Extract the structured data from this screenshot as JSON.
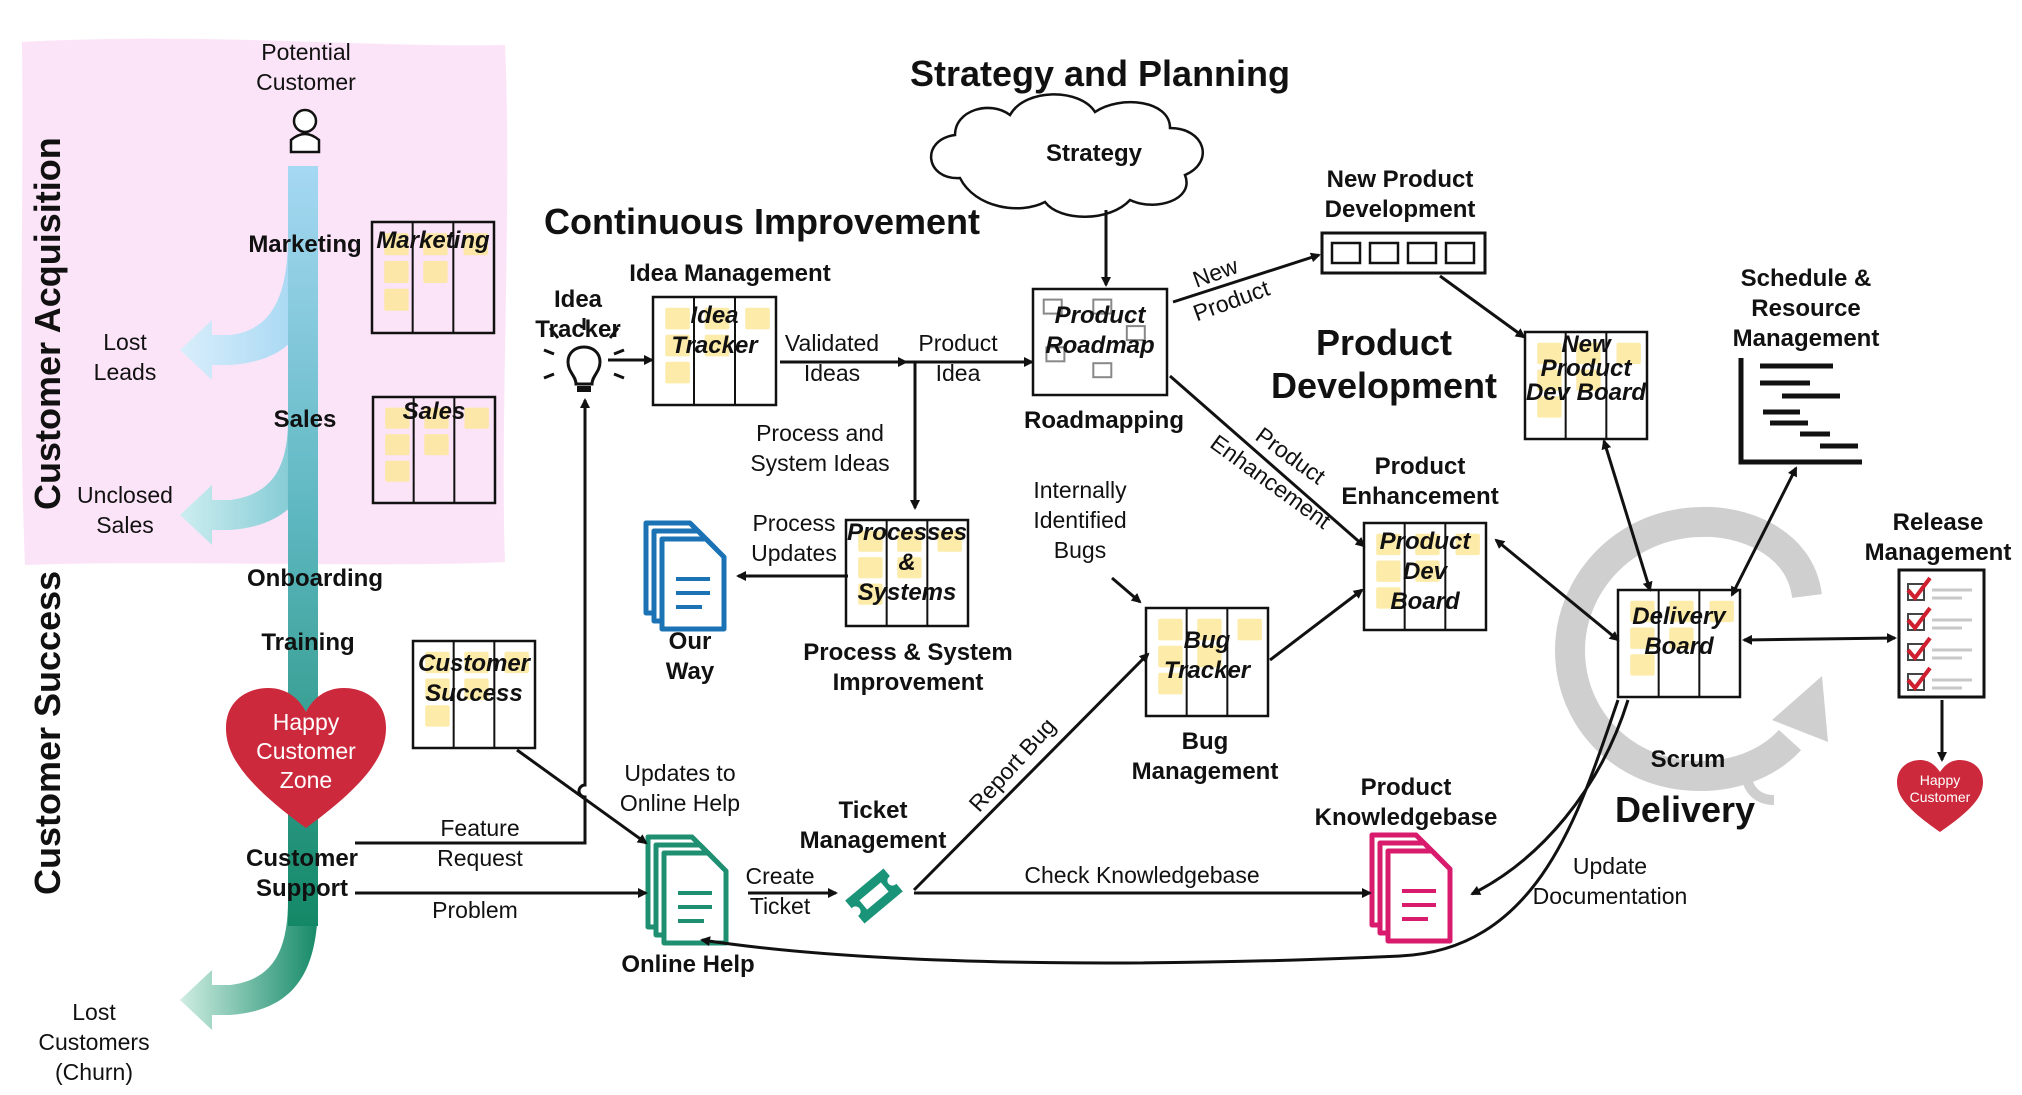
{
  "titles": {
    "strategy_planning": "Strategy and Planning",
    "continuous_improvement": "Continuous Improvement",
    "product_development": [
      "Product",
      "Development"
    ],
    "delivery": "Delivery",
    "customer_acquisition": "Customer Acquisition",
    "customer_success": "Customer Success"
  },
  "funnel": {
    "potential_customer": [
      "Potential",
      "Customer"
    ],
    "marketing": "Marketing",
    "sales": "Sales",
    "onboarding": "Onboarding",
    "training": "Training",
    "customer_support": [
      "Customer",
      "Support"
    ],
    "happy_zone": [
      "Happy",
      "Customer",
      "Zone"
    ],
    "lost_leads": [
      "Lost",
      "Leads"
    ],
    "unclosed_sales": [
      "Unclosed",
      "Sales"
    ],
    "lost_customers": [
      "Lost",
      "Customers",
      "(Churn)"
    ]
  },
  "boards": {
    "marketing": [
      "Marketing"
    ],
    "sales": [
      "Sales"
    ],
    "customer_success": [
      "Customer",
      "Success"
    ],
    "idea_tracker": [
      "Idea",
      "Tracker"
    ],
    "processes_systems": [
      "Processes",
      "&",
      "Systems"
    ],
    "product_roadmap": [
      "Product",
      "Roadmap"
    ],
    "bug_tracker": [
      "Bug",
      "Tracker"
    ],
    "product_dev_board": [
      "Product",
      "Dev",
      "Board"
    ],
    "new_product_dev_board": [
      "New",
      "Product",
      "Dev Board"
    ],
    "delivery_board": [
      "Delivery",
      "Board"
    ]
  },
  "nodes": {
    "idea_management": "Idea Management",
    "idea_tracker_label": [
      "Idea",
      "Tracker"
    ],
    "strategy": "Strategy",
    "roadmapping": "Roadmapping",
    "new_product_dev": [
      "New Product",
      "Development"
    ],
    "schedule": [
      "Schedule &",
      "Resource",
      "Management"
    ],
    "product_enhancement": [
      "Product",
      "Enhancement"
    ],
    "release_management": [
      "Release",
      "Management"
    ],
    "happy_customer": [
      "Happy",
      "Customer"
    ],
    "our_way": [
      "Our",
      "Way"
    ],
    "process_system_improvement": [
      "Process & System",
      "Improvement"
    ],
    "bug_management": [
      "Bug",
      "Management"
    ],
    "scrum": "Scrum",
    "product_knowledgebase": [
      "Product",
      "Knowledgebase"
    ],
    "ticket_management": [
      "Ticket",
      "Management"
    ],
    "online_help": "Online Help"
  },
  "edges": {
    "validated_ideas": [
      "Validated",
      "Ideas"
    ],
    "product_idea": [
      "Product",
      "Idea"
    ],
    "process_system_ideas": [
      "Process and",
      "System Ideas"
    ],
    "process_updates": [
      "Process",
      "Updates"
    ],
    "internally_identified_bugs": [
      "Internally",
      "Identified",
      "Bugs"
    ],
    "new_product": [
      "New",
      "Product"
    ],
    "product_enhancement_edge": [
      "Product",
      "Enhancement"
    ],
    "feature_request": [
      "Feature",
      "Request"
    ],
    "problem": "Problem",
    "updates_online_help": [
      "Updates to",
      "Online Help"
    ],
    "create_ticket": [
      "Create",
      "Ticket"
    ],
    "report_bug": "Report Bug",
    "check_knowledgebase": "Check Knowledgebase",
    "update_documentation": [
      "Update",
      "Documentation"
    ]
  },
  "colors": {
    "acquisition_bg": "#fce4f8",
    "funnel_top": "#9fd4f2",
    "funnel_bottom": "#1a8c6c",
    "heart": "#cc2a3c",
    "online_help_doc": "#1f8f72",
    "our_way_doc": "#1b73b5",
    "knowledgebase_doc": "#d81b6c",
    "sticky": "#fbe89a",
    "scrum_gray": "#cfcfcf"
  },
  "icons": [
    "person-icon",
    "lightbulb-icon",
    "cloud-icon",
    "document-stack-icon",
    "ticket-icon",
    "heart-icon",
    "gantt-icon",
    "checklist-icon",
    "cycle-icon",
    "card-strip-icon"
  ]
}
